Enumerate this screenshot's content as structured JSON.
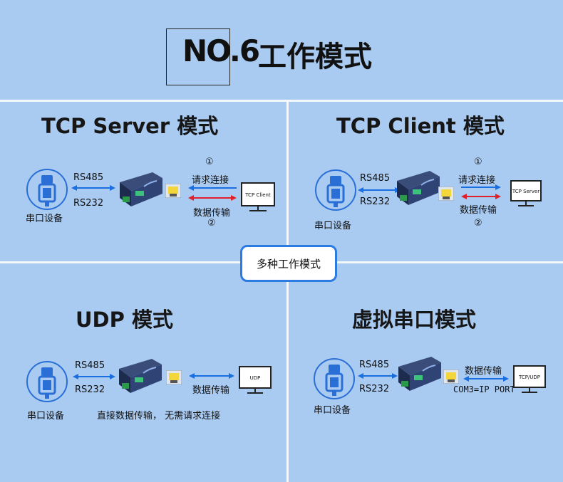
{
  "header": {
    "number": "NO.6",
    "title": "工作模式"
  },
  "center_badge": "多种工作模式",
  "panels": {
    "tcp_server": {
      "title": "TCP Server 模式",
      "device_label": "串口设备",
      "rs485": "RS485",
      "rs232": "RS232",
      "step1": "①",
      "request": "请求连接",
      "transfer": "数据传输",
      "step2": "②",
      "monitor": "TCP Client"
    },
    "tcp_client": {
      "title": "TCP Client 模式",
      "device_label": "串口设备",
      "rs485": "RS485",
      "rs232": "RS232",
      "step1": "①",
      "request": "请求连接",
      "transfer": "数据传输",
      "step2": "②",
      "monitor": "TCP Server"
    },
    "udp": {
      "title": "UDP 模式",
      "device_label": "串口设备",
      "rs485": "RS485",
      "rs232": "RS232",
      "transfer": "数据传输",
      "note": "直接数据传输， 无需请求连接",
      "monitor": "UDP"
    },
    "virtual_serial": {
      "title": "虚拟串口模式",
      "device_label": "串口设备",
      "rs485": "RS485",
      "rs232": "RS232",
      "transfer": "数据传输",
      "mapping": "COM3=IP PORT",
      "monitor": "TCP/UDP"
    }
  },
  "colors": {
    "blue_arrow": "#1a6fe0",
    "red_arrow": "#e0202a",
    "icon_blue": "#2a6fd6",
    "badge_border": "#2c7be0"
  }
}
